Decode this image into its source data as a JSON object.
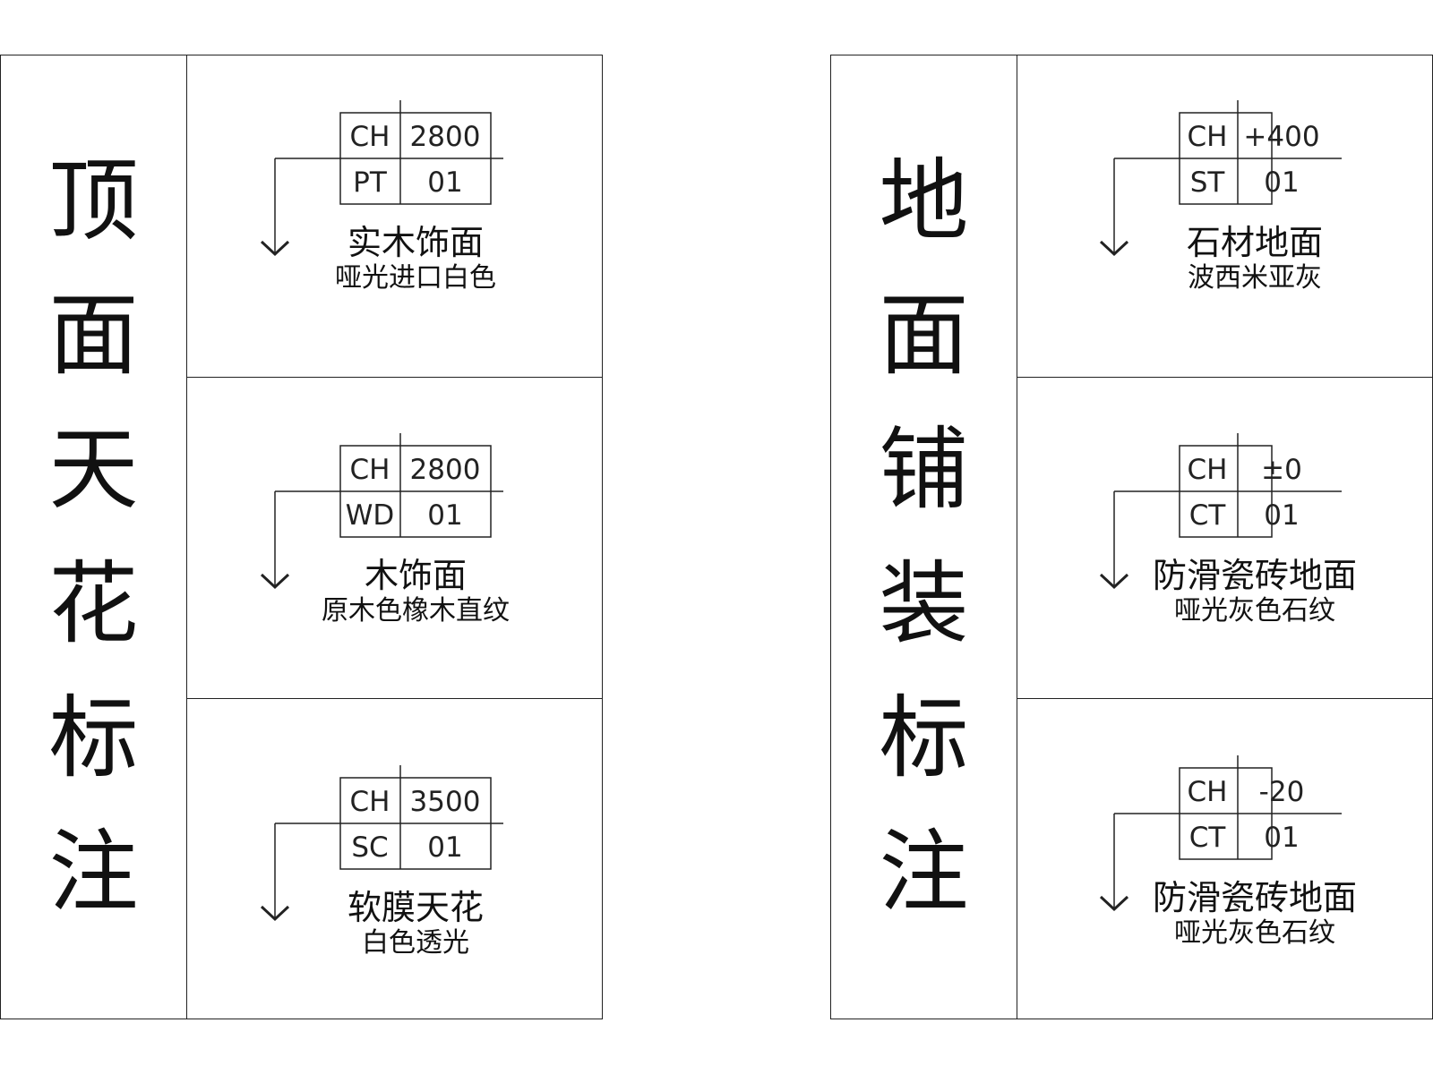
{
  "ceiling": {
    "title_chars": [
      "顶",
      "面",
      "天",
      "花",
      "标",
      "注"
    ],
    "items": [
      {
        "code_a": "CH",
        "value_a": "2800",
        "code_b": "PT",
        "value_b": "01",
        "name": "实木饰面",
        "desc": "哑光进口白色"
      },
      {
        "code_a": "CH",
        "value_a": "2800",
        "code_b": "WD",
        "value_b": "01",
        "name": "木饰面",
        "desc": "原木色橡木直纹"
      },
      {
        "code_a": "CH",
        "value_a": "3500",
        "code_b": "SC",
        "value_b": "01",
        "name": "软膜天花",
        "desc": "白色透光"
      }
    ]
  },
  "floor": {
    "title_chars": [
      "地",
      "面",
      "铺",
      "装",
      "标",
      "注"
    ],
    "items": [
      {
        "code_a": "CH",
        "value_a": "+400",
        "code_b": "ST",
        "value_b": "01",
        "name": "石材地面",
        "desc": "波西米亚灰"
      },
      {
        "code_a": "CH",
        "value_a": "±0",
        "code_b": "CT",
        "value_b": "01",
        "name": "防滑瓷砖地面",
        "desc": "哑光灰色石纹"
      },
      {
        "code_a": "CH",
        "value_a": "-20",
        "code_b": "CT",
        "value_b": "01",
        "name": "防滑瓷砖地面",
        "desc": "哑光灰色石纹"
      }
    ]
  }
}
